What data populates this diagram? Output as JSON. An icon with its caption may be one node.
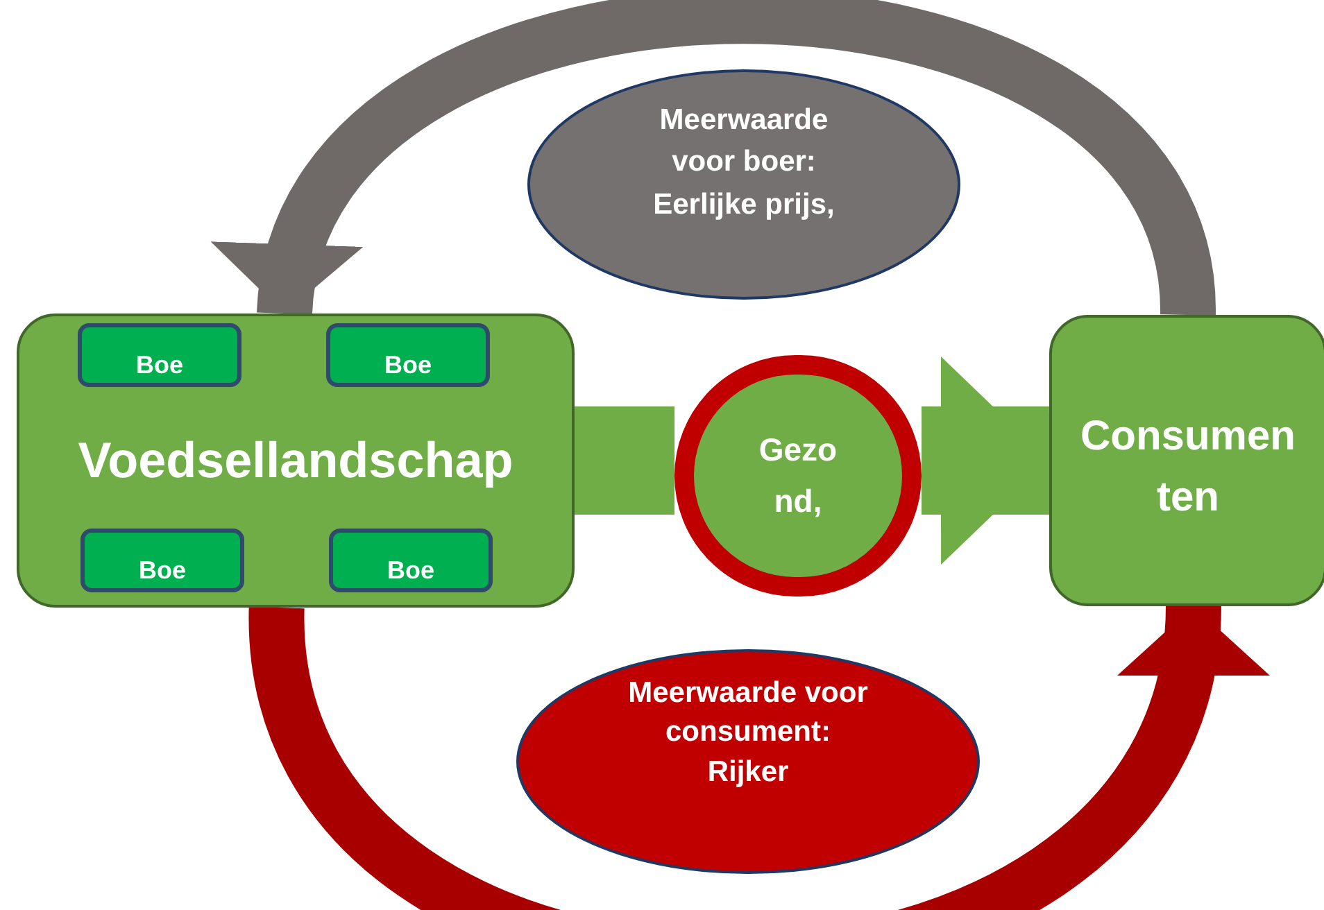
{
  "diagram": {
    "nodes": [
      {
        "text": [
          "Voedsellandschap"
        ]
      },
      {
        "text": [
          "Boe"
        ],
        "in": 0
      },
      {
        "text": [
          "Boe"
        ],
        "in": 0
      },
      {
        "text": [
          "Boe"
        ],
        "in": 0
      },
      {
        "text": [
          "Boe"
        ],
        "in": 0
      },
      {
        "text": [
          "Consumenten"
        ]
      },
      {
        "text": [
          "Meerwaarde voor boer: Eerlijke prijs,"
        ]
      },
      {
        "text": [
          "Meerwaarde voor consument: Rijker"
        ]
      },
      {
        "text": [
          "Gezond,"
        ]
      }
    ],
    "edges": [
      {
        "from": 5,
        "to": 0,
        "arrow": "to",
        "color": "#6f6a68"
      },
      {
        "from": 0,
        "to": 5,
        "arrow": "to",
        "color": "#a80000"
      },
      {
        "from": 0,
        "to": 8,
        "arrow": "none",
        "style": "thick",
        "color": "#70ad47"
      },
      {
        "from": 8,
        "to": 5,
        "arrow": "to",
        "style": "thick",
        "color": "#70ad47"
      }
    ]
  }
}
